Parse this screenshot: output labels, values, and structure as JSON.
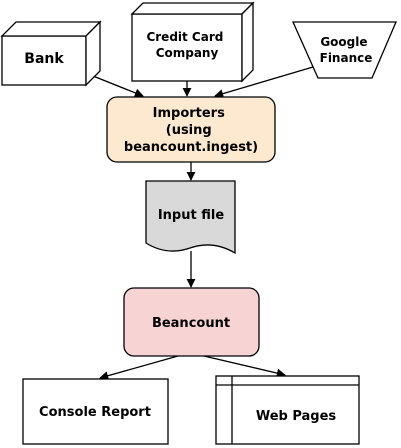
{
  "nodes": {
    "bank": {
      "label": "Bank",
      "shape": "3d-box"
    },
    "credit_card": {
      "lines": [
        "Credit Card",
        "Company"
      ],
      "shape": "3d-box"
    },
    "google_finance": {
      "lines": [
        "Google",
        "Finance"
      ],
      "shape": "inverted-trapezoid"
    },
    "importers": {
      "lines": [
        "Importers",
        "(using",
        "beancount.ingest)"
      ],
      "fill": "#fde8d0",
      "shape": "rounded-rect"
    },
    "input_file": {
      "label": "Input file",
      "fill": "#d9d9d9",
      "shape": "document"
    },
    "beancount": {
      "label": "Beancount",
      "fill": "#f7d3d4",
      "shape": "rounded-rect"
    },
    "console_report": {
      "label": "Console Report",
      "shape": "rect"
    },
    "web_pages": {
      "label": "Web Pages",
      "shape": "internal-storage"
    }
  },
  "edges": [
    {
      "from": "bank",
      "to": "importers"
    },
    {
      "from": "credit_card",
      "to": "importers"
    },
    {
      "from": "google_finance",
      "to": "importers"
    },
    {
      "from": "importers",
      "to": "input_file"
    },
    {
      "from": "input_file",
      "to": "beancount"
    },
    {
      "from": "beancount",
      "to": "console_report"
    },
    {
      "from": "beancount",
      "to": "web_pages"
    }
  ],
  "colors": {
    "stroke": "#000000",
    "background": "#ffffff"
  }
}
